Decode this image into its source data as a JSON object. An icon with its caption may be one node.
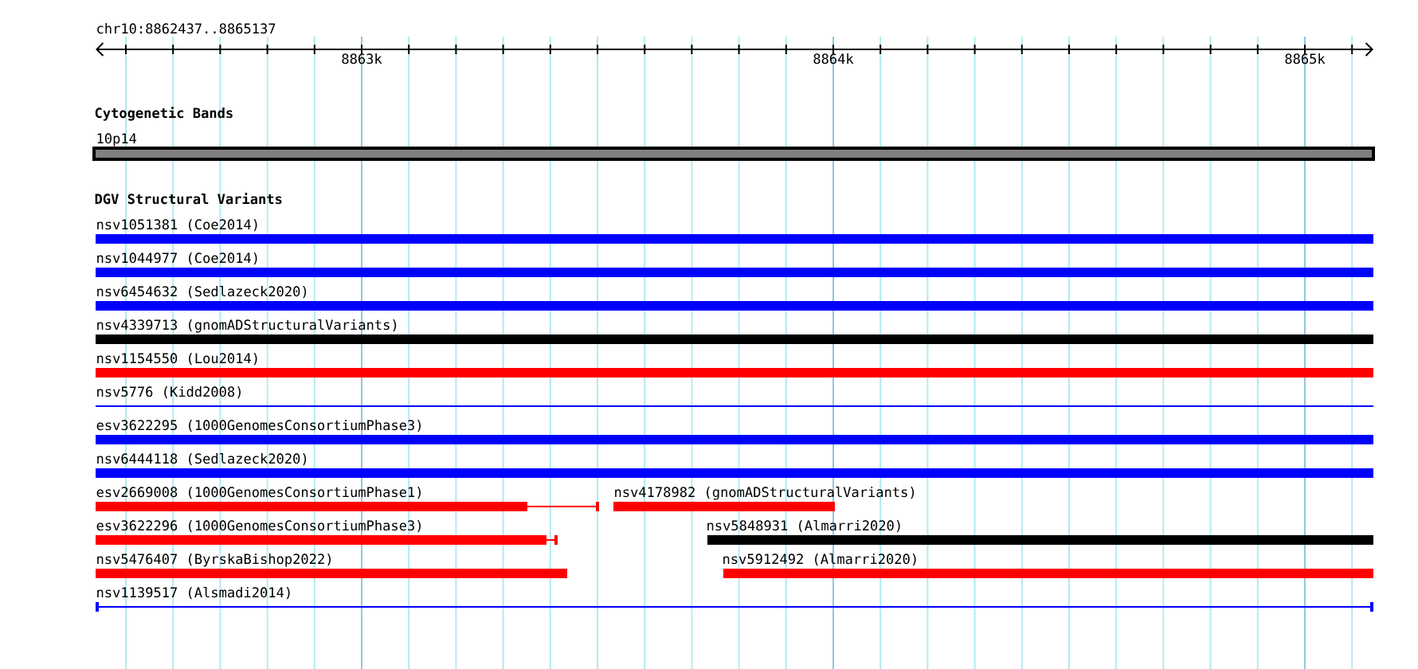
{
  "diagram": {
    "nodes": [
      {
        "text": [
          "10p14"
        ]
      },
      {
        "text": [
          "nsv1051381 (Coe2014)"
        ]
      },
      {
        "text": [
          "nsv1044977 (Coe2014)"
        ]
      },
      {
        "text": [
          "nsv6454632 (Sedlazeck2020)"
        ]
      },
      {
        "text": [
          "nsv4339713 (gnomADStructuralVariants)"
        ]
      },
      {
        "text": [
          "nsv1154550 (Lou2014)"
        ]
      },
      {
        "text": [
          "nsv5776 (Kidd2008)"
        ]
      },
      {
        "text": [
          "esv3622295 (1000GenomesConsortiumPhase3)"
        ]
      },
      {
        "text": [
          "nsv6444118 (Sedlazeck2020)"
        ]
      },
      {
        "text": [
          "esv2669008 (1000GenomesConsortiumPhase1)"
        ]
      },
      {
        "text": [
          "nsv4178982 (gnomADStructuralVariants)"
        ]
      },
      {
        "text": [
          "esv3622296 (1000GenomesConsortiumPhase3)"
        ]
      },
      {
        "text": [
          "nsv5848931 (Almarri2020)"
        ]
      },
      {
        "text": [
          "nsv5476407 (ByrskaBishop2022)"
        ]
      },
      {
        "text": [
          "nsv5912492 (Almarri2020)"
        ]
      },
      {
        "text": [
          "nsv1139517 (Alsmadi2014)"
        ]
      }
    ],
    "labels": [
      "chr10:8862437..8865137",
      "8863k",
      "8864k",
      "8865k",
      "Cytogenetic Bands",
      "DGV Structural Variants"
    ]
  }
}
